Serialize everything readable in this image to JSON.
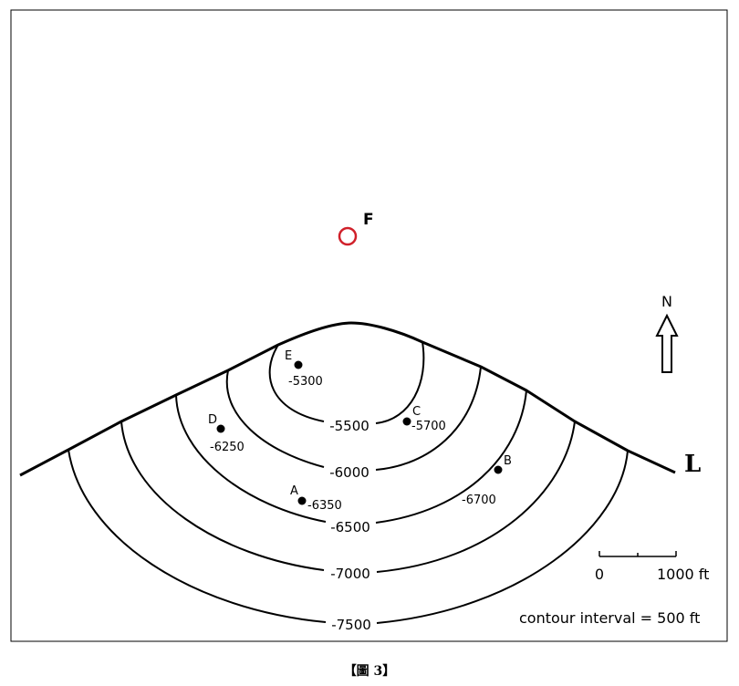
{
  "map": {
    "contours": [
      {
        "label": "-5500"
      },
      {
        "label": "-6000"
      },
      {
        "label": "-6500"
      },
      {
        "label": "-7000"
      },
      {
        "label": "-7500"
      }
    ],
    "wells": [
      {
        "id": "E",
        "depth": "-5300"
      },
      {
        "id": "C",
        "depth": "-5700"
      },
      {
        "id": "D",
        "depth": "-6250"
      },
      {
        "id": "A",
        "depth": "-6350"
      },
      {
        "id": "B",
        "depth": "-6700"
      }
    ],
    "proposed_well": {
      "id": "F",
      "color": "#d0202a"
    },
    "fault_label": "L",
    "north_label": "N",
    "scale_bar": {
      "start": "0",
      "end": "1000 ft"
    },
    "contour_interval": "contour interval = 500 ft"
  },
  "caption": "【圖 3】"
}
